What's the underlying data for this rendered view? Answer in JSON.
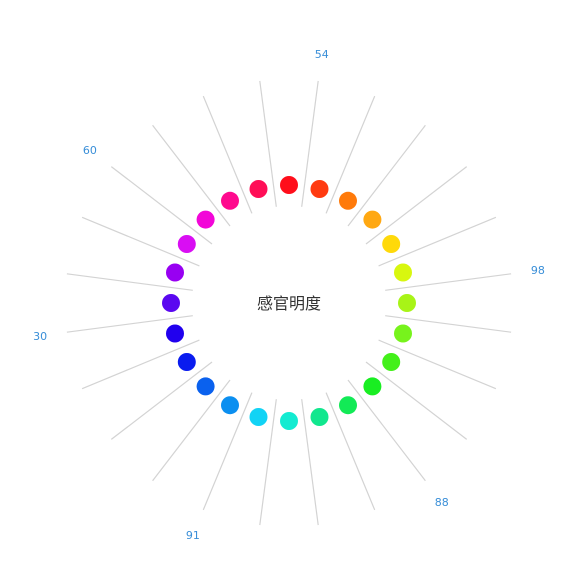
{
  "title": "感官明度",
  "rays": {
    "count": 24
  },
  "dots": {
    "colors": [
      "#ff0e1b",
      "#ff3a10",
      "#ff7a0a",
      "#ffa812",
      "#ffd90a",
      "#d8f70f",
      "#a8f417",
      "#77f31c",
      "#43f01a",
      "#19ee22",
      "#12ea56",
      "#11e78e",
      "#13ebd1",
      "#12d3f5",
      "#0b8ff0",
      "#0a61ee",
      "#0a1cef",
      "#2100ee",
      "#5a08f0",
      "#9800f2",
      "#d90ef3",
      "#f206d8",
      "#ff0a8e",
      "#ff0e57"
    ]
  },
  "labels": [
    {
      "text": "54",
      "ray": 0
    },
    {
      "text": "98",
      "ray": 5
    },
    {
      "text": "88",
      "ray": 9
    },
    {
      "text": "91",
      "ray": 13
    },
    {
      "text": "30",
      "ray": 17
    },
    {
      "text": "60",
      "ray": 20
    }
  ]
}
